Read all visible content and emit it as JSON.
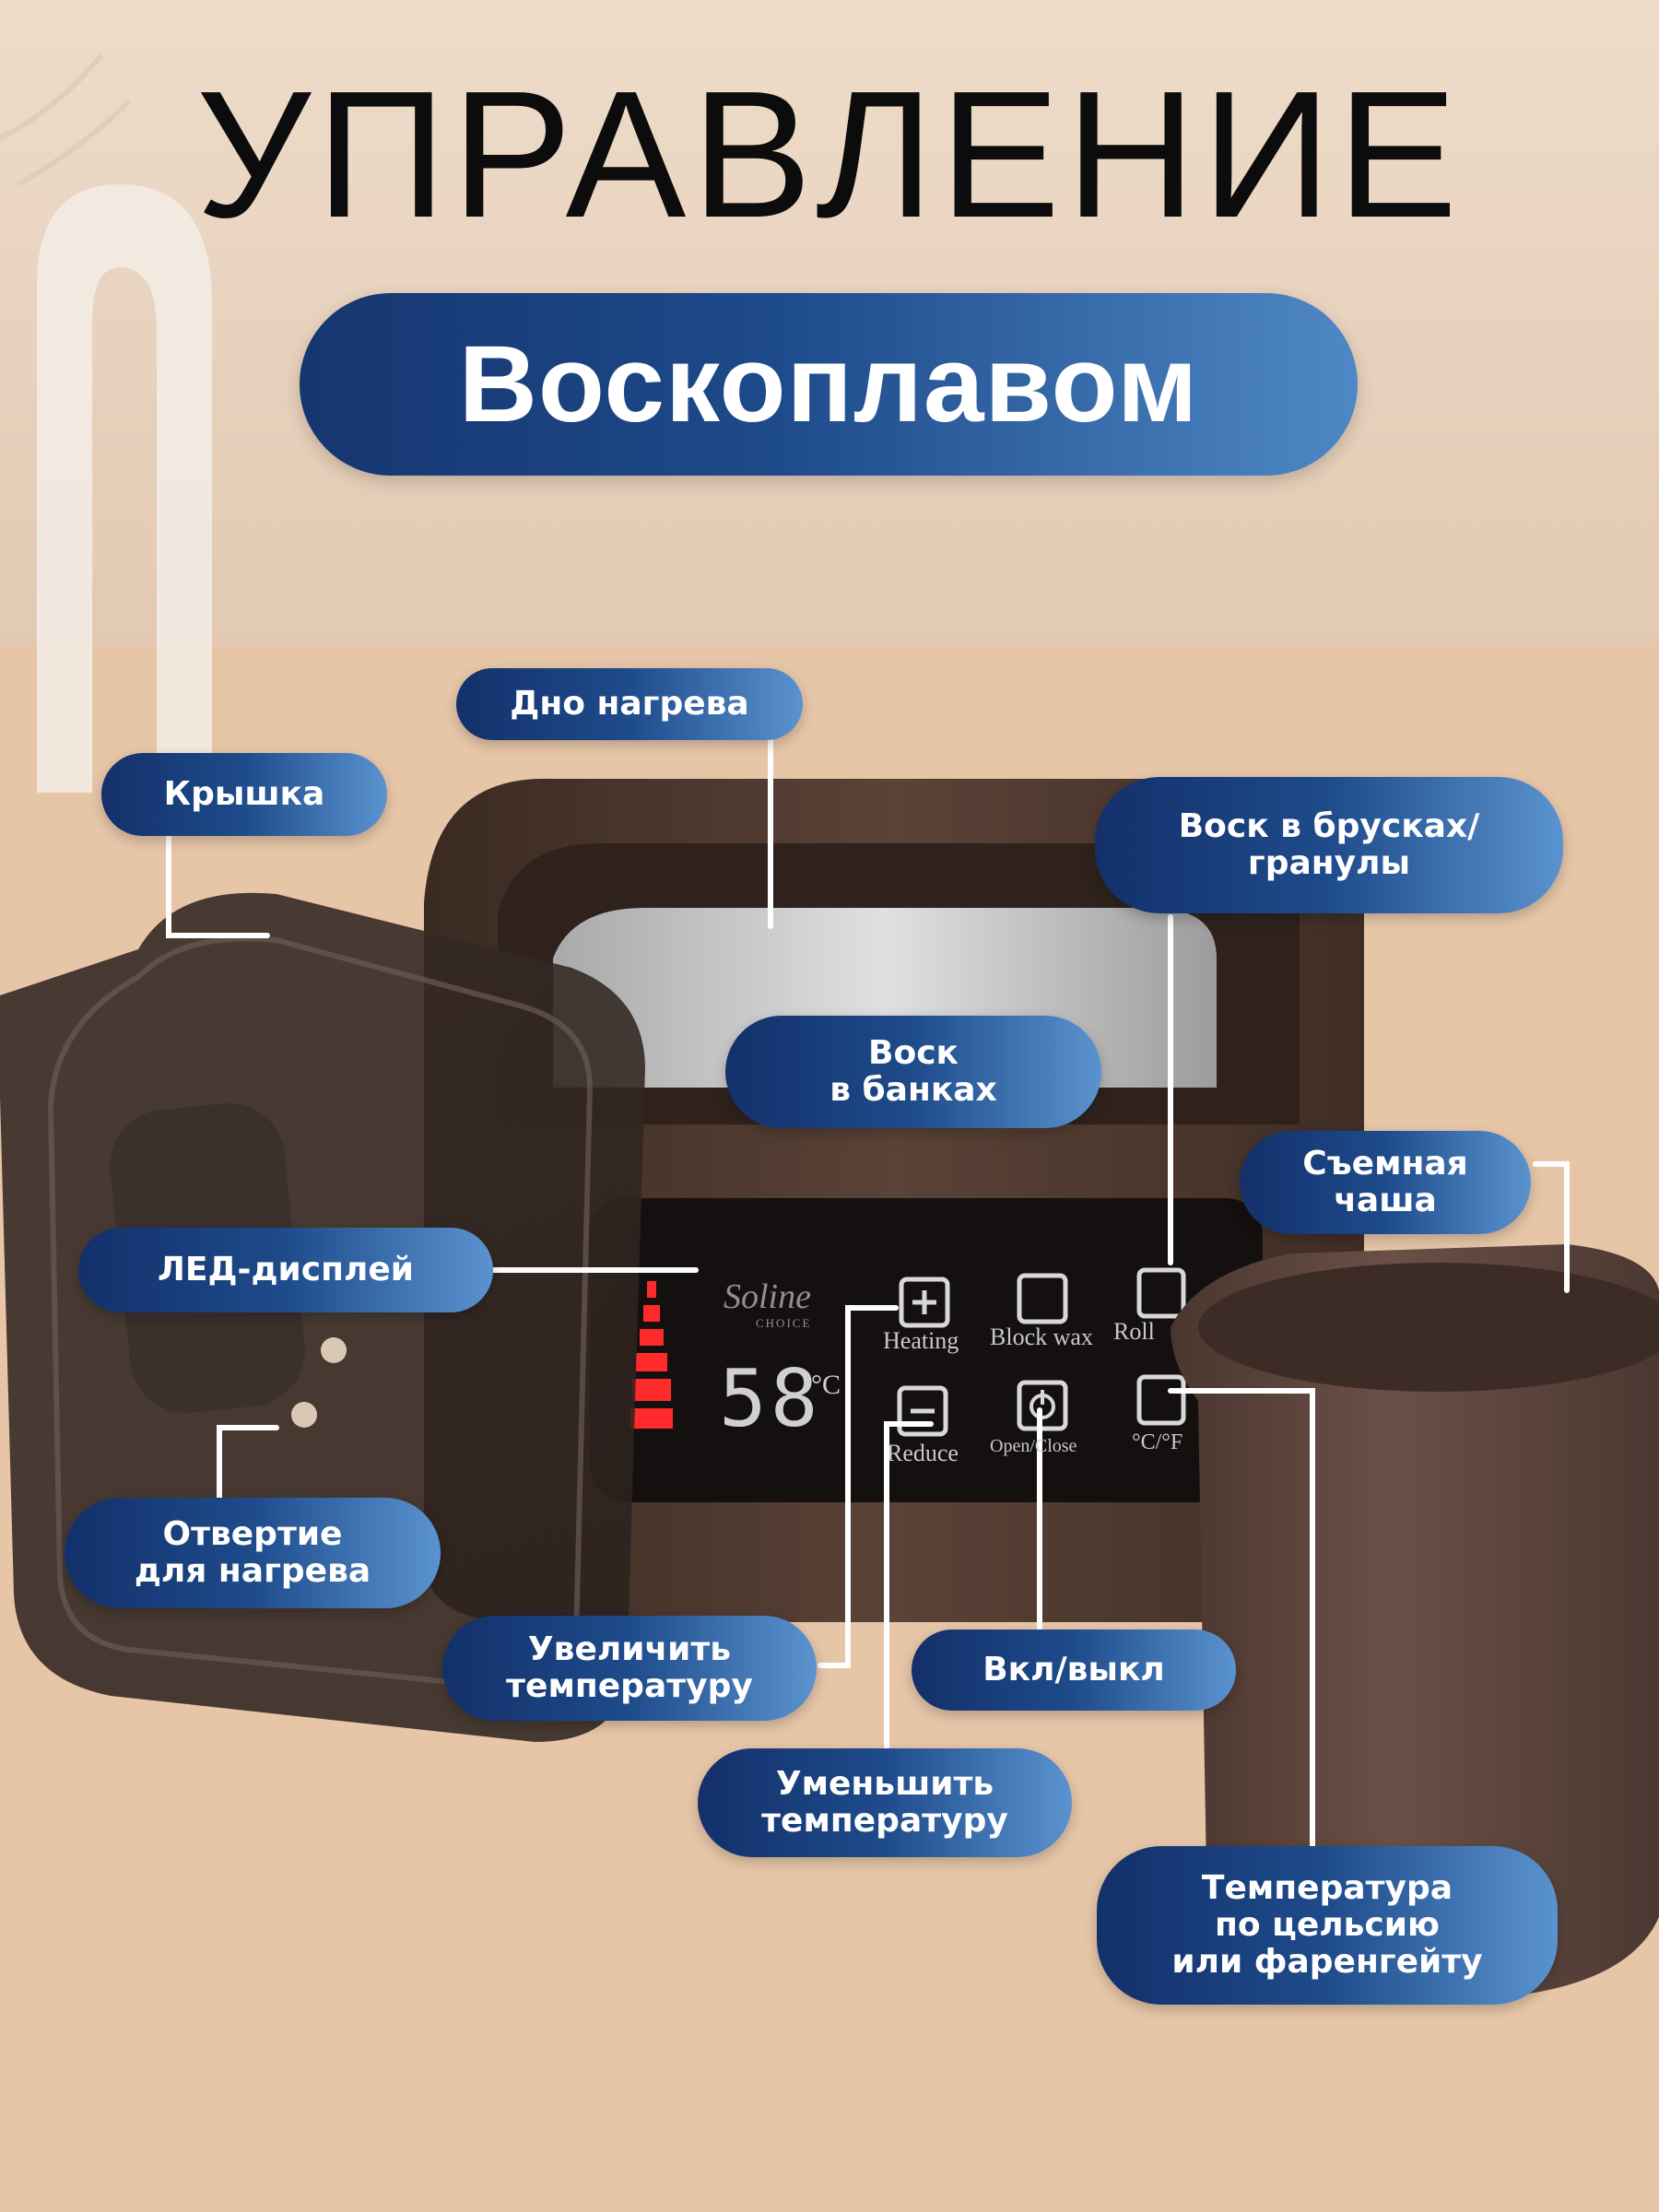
{
  "header": {
    "title": "УПРАВЛЕНИЕ",
    "subtitle": "Воскоплавом"
  },
  "callouts": [
    {
      "id": "heating-bottom",
      "lines": [
        "Дно нагрева"
      ]
    },
    {
      "id": "lid",
      "lines": [
        "Крышка"
      ]
    },
    {
      "id": "wax-bars",
      "lines": [
        "Воск в брусках/",
        "гранулы"
      ]
    },
    {
      "id": "wax-jars",
      "lines": [
        "Воск",
        "в банках"
      ]
    },
    {
      "id": "removable-bowl",
      "lines": [
        "Съемная",
        "чаша"
      ]
    },
    {
      "id": "led-display",
      "lines": [
        "ЛЕД-дисплей"
      ]
    },
    {
      "id": "heating-hole",
      "lines": [
        "Отвертие",
        "для нагрева"
      ]
    },
    {
      "id": "increase-temp",
      "lines": [
        "Увеличить",
        "температуру"
      ]
    },
    {
      "id": "power",
      "lines": [
        "Вкл/выкл"
      ]
    },
    {
      "id": "decrease-temp",
      "lines": [
        "Уменьшить",
        "температуру"
      ]
    },
    {
      "id": "temp-unit",
      "lines": [
        "Температура",
        "по цельсию",
        "или фаренгейту"
      ]
    }
  ],
  "device_panel": {
    "brand": "Soline",
    "brand_sub": "CHOICE",
    "temperature": "58",
    "unit": "°C",
    "buttons": {
      "heating": "Heating",
      "block_wax": "Block wax",
      "roll": "Roll",
      "reduce": "Reduce",
      "open_close": "Open/Close",
      "unit_toggle": "°C/°F"
    }
  },
  "colors": {
    "pill_dark": "#13306a",
    "pill_light": "#5a93cf",
    "device_brown": "#4a362c",
    "led_red": "#ff2a2a"
  }
}
